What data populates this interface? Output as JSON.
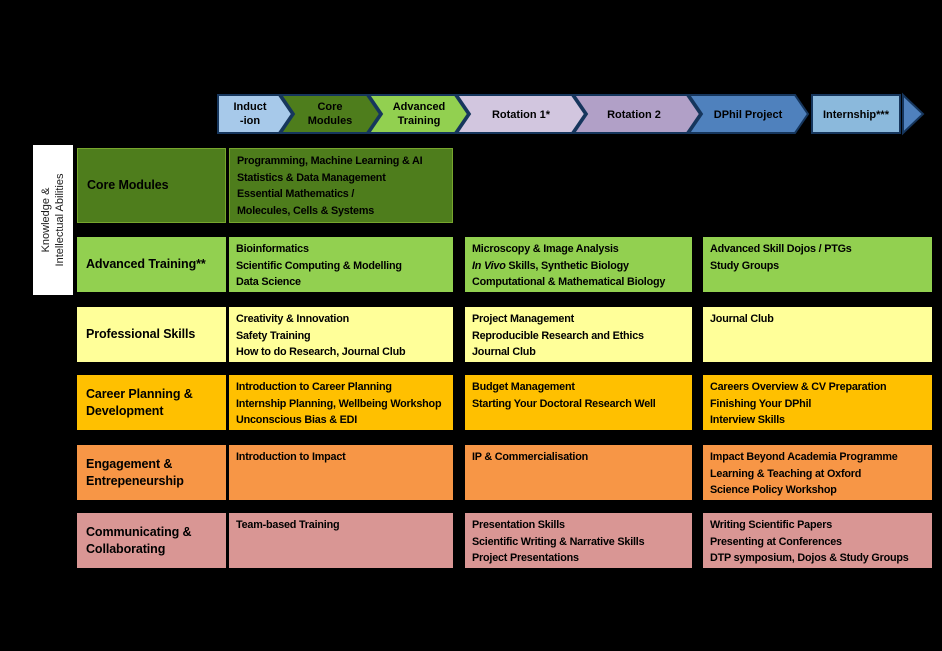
{
  "background_color": "#000000",
  "arrow_border_color": "#16365D",
  "sidebar": {
    "bg": "#FFFFFF",
    "lines": [
      "Knowledge &",
      "Intellectual Abilities"
    ]
  },
  "timeline": {
    "segments": [
      {
        "name": "induction",
        "fill": "#A7C9EA",
        "label_lines": [
          "Induct",
          "-ion"
        ]
      },
      {
        "name": "core-modules",
        "fill": "#4E7D1C",
        "label_lines": [
          "Core",
          "Modules"
        ]
      },
      {
        "name": "advanced-training",
        "fill": "#92D050",
        "label_lines": [
          "Advanced",
          "Training"
        ]
      },
      {
        "name": "rotation-1",
        "fill": "#D2C6DF",
        "label_lines": [
          "Rotation 1*"
        ]
      },
      {
        "name": "rotation-2",
        "fill": "#B1A0C7",
        "label_lines": [
          "Rotation 2"
        ]
      },
      {
        "name": "dphil-project",
        "fill": "#4F81BD",
        "label_lines": [
          "DPhil Project"
        ]
      },
      {
        "name": "internship",
        "fill": "#8BB9DC",
        "label_lines": [
          "Internship***"
        ]
      },
      {
        "name": "end-arrow",
        "fill": "#4F81BD",
        "label_lines": []
      }
    ]
  },
  "rows": [
    {
      "label_lines": [
        "Core Modules"
      ],
      "color": "#4E7D1C",
      "cells": {
        "c1": [
          "Programming, Machine Learning & AI",
          "Statistics & Data Management",
          "Essential Mathematics /",
          "Molecules, Cells & Systems"
        ]
      }
    },
    {
      "label_lines": [
        "Advanced Training**"
      ],
      "color": "#92D050",
      "cells": {
        "c1": [
          "Bioinformatics",
          "Scientific Computing & Modelling",
          "Data Science"
        ],
        "c2": [
          "Microscopy & Image Analysis",
          [
            {
              "t": "In Vivo",
              "i": true
            },
            {
              "t": " Skills, Synthetic Biology"
            }
          ],
          "Computational & Mathematical Biology"
        ],
        "c3": [
          "Advanced Skill Dojos / PTGs",
          "Study Groups"
        ]
      }
    },
    {
      "label_lines": [
        "Professional Skills"
      ],
      "color": "#FFFF99",
      "cells": {
        "c1": [
          "Creativity & Innovation",
          "Safety Training",
          "How to do Research, Journal Club"
        ],
        "c2": [
          "Project Management",
          "Reproducible Research and Ethics",
          "Journal Club"
        ],
        "c3": [
          "Journal Club"
        ]
      }
    },
    {
      "label_lines": [
        "Career Planning &",
        "Development"
      ],
      "color": "#FFC000",
      "cells": {
        "c1": [
          "Introduction to Career Planning",
          "Internship Planning, Wellbeing Workshop",
          "Unconscious Bias & EDI"
        ],
        "c2": [
          "Budget Management",
          "Starting Your Doctoral Research Well"
        ],
        "c3": [
          "Careers Overview & CV Preparation",
          "Finishing Your DPhil",
          "Interview Skills"
        ]
      }
    },
    {
      "label_lines": [
        "Engagement &",
        "Entrepeneurship"
      ],
      "color": "#F79646",
      "cells": {
        "c1": [
          "Introduction to Impact"
        ],
        "c2": [
          "IP & Commercialisation"
        ],
        "c3": [
          "Impact Beyond Academia Programme",
          "Learning & Teaching at Oxford",
          "Science Policy Workshop"
        ]
      }
    },
    {
      "label_lines": [
        "Communicating &",
        "Collaborating"
      ],
      "color": "#D99694",
      "cells": {
        "c1": [
          "Team-based Training"
        ],
        "c2": [
          "Presentation Skills",
          "Scientific Writing & Narrative Skills",
          "Project Presentations"
        ],
        "c3": [
          "Writing Scientific Papers",
          "Presenting at Conferences",
          "DTP symposium, Dojos & Study Groups"
        ]
      }
    }
  ]
}
